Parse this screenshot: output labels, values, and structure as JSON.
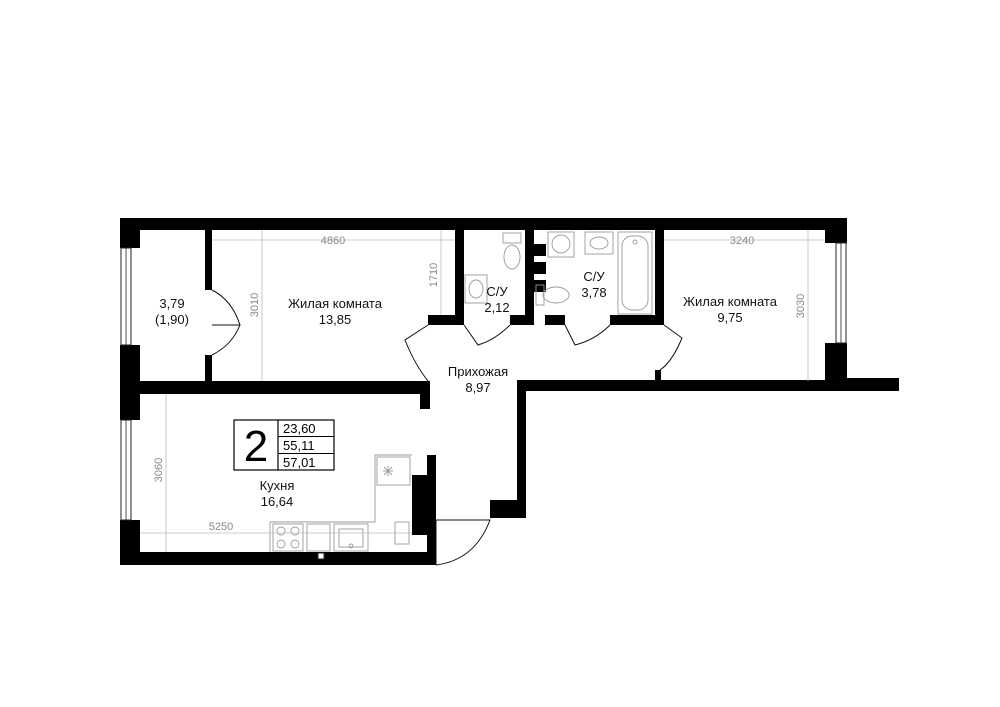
{
  "rooms": {
    "storage": {
      "area": "3,79",
      "sub": "(1,90)"
    },
    "living1": {
      "name": "Жилая комната",
      "area": "13,85"
    },
    "bath1": {
      "name": "С/У",
      "area": "2,12"
    },
    "bath2": {
      "name": "С/У",
      "area": "3,78"
    },
    "living2": {
      "name": "Жилая комната",
      "area": "9,75"
    },
    "hall": {
      "name": "Прихожая",
      "area": "8,97"
    },
    "kitchen": {
      "name": "Кухня",
      "area": "16,64"
    }
  },
  "dimensions": {
    "living1_width": "4860",
    "living1_depth": "3010",
    "bath1_depth": "1710",
    "living2_width": "3240",
    "living2_depth": "3030",
    "kitchen_width": "5250",
    "kitchen_depth": "3060"
  },
  "badge": {
    "rooms_count": "2",
    "areas": [
      "23,60",
      "55,11",
      "57,01"
    ]
  },
  "colors": {
    "wall": "#000000",
    "dimension": "#888888",
    "fixture": "#9a9a9a"
  }
}
